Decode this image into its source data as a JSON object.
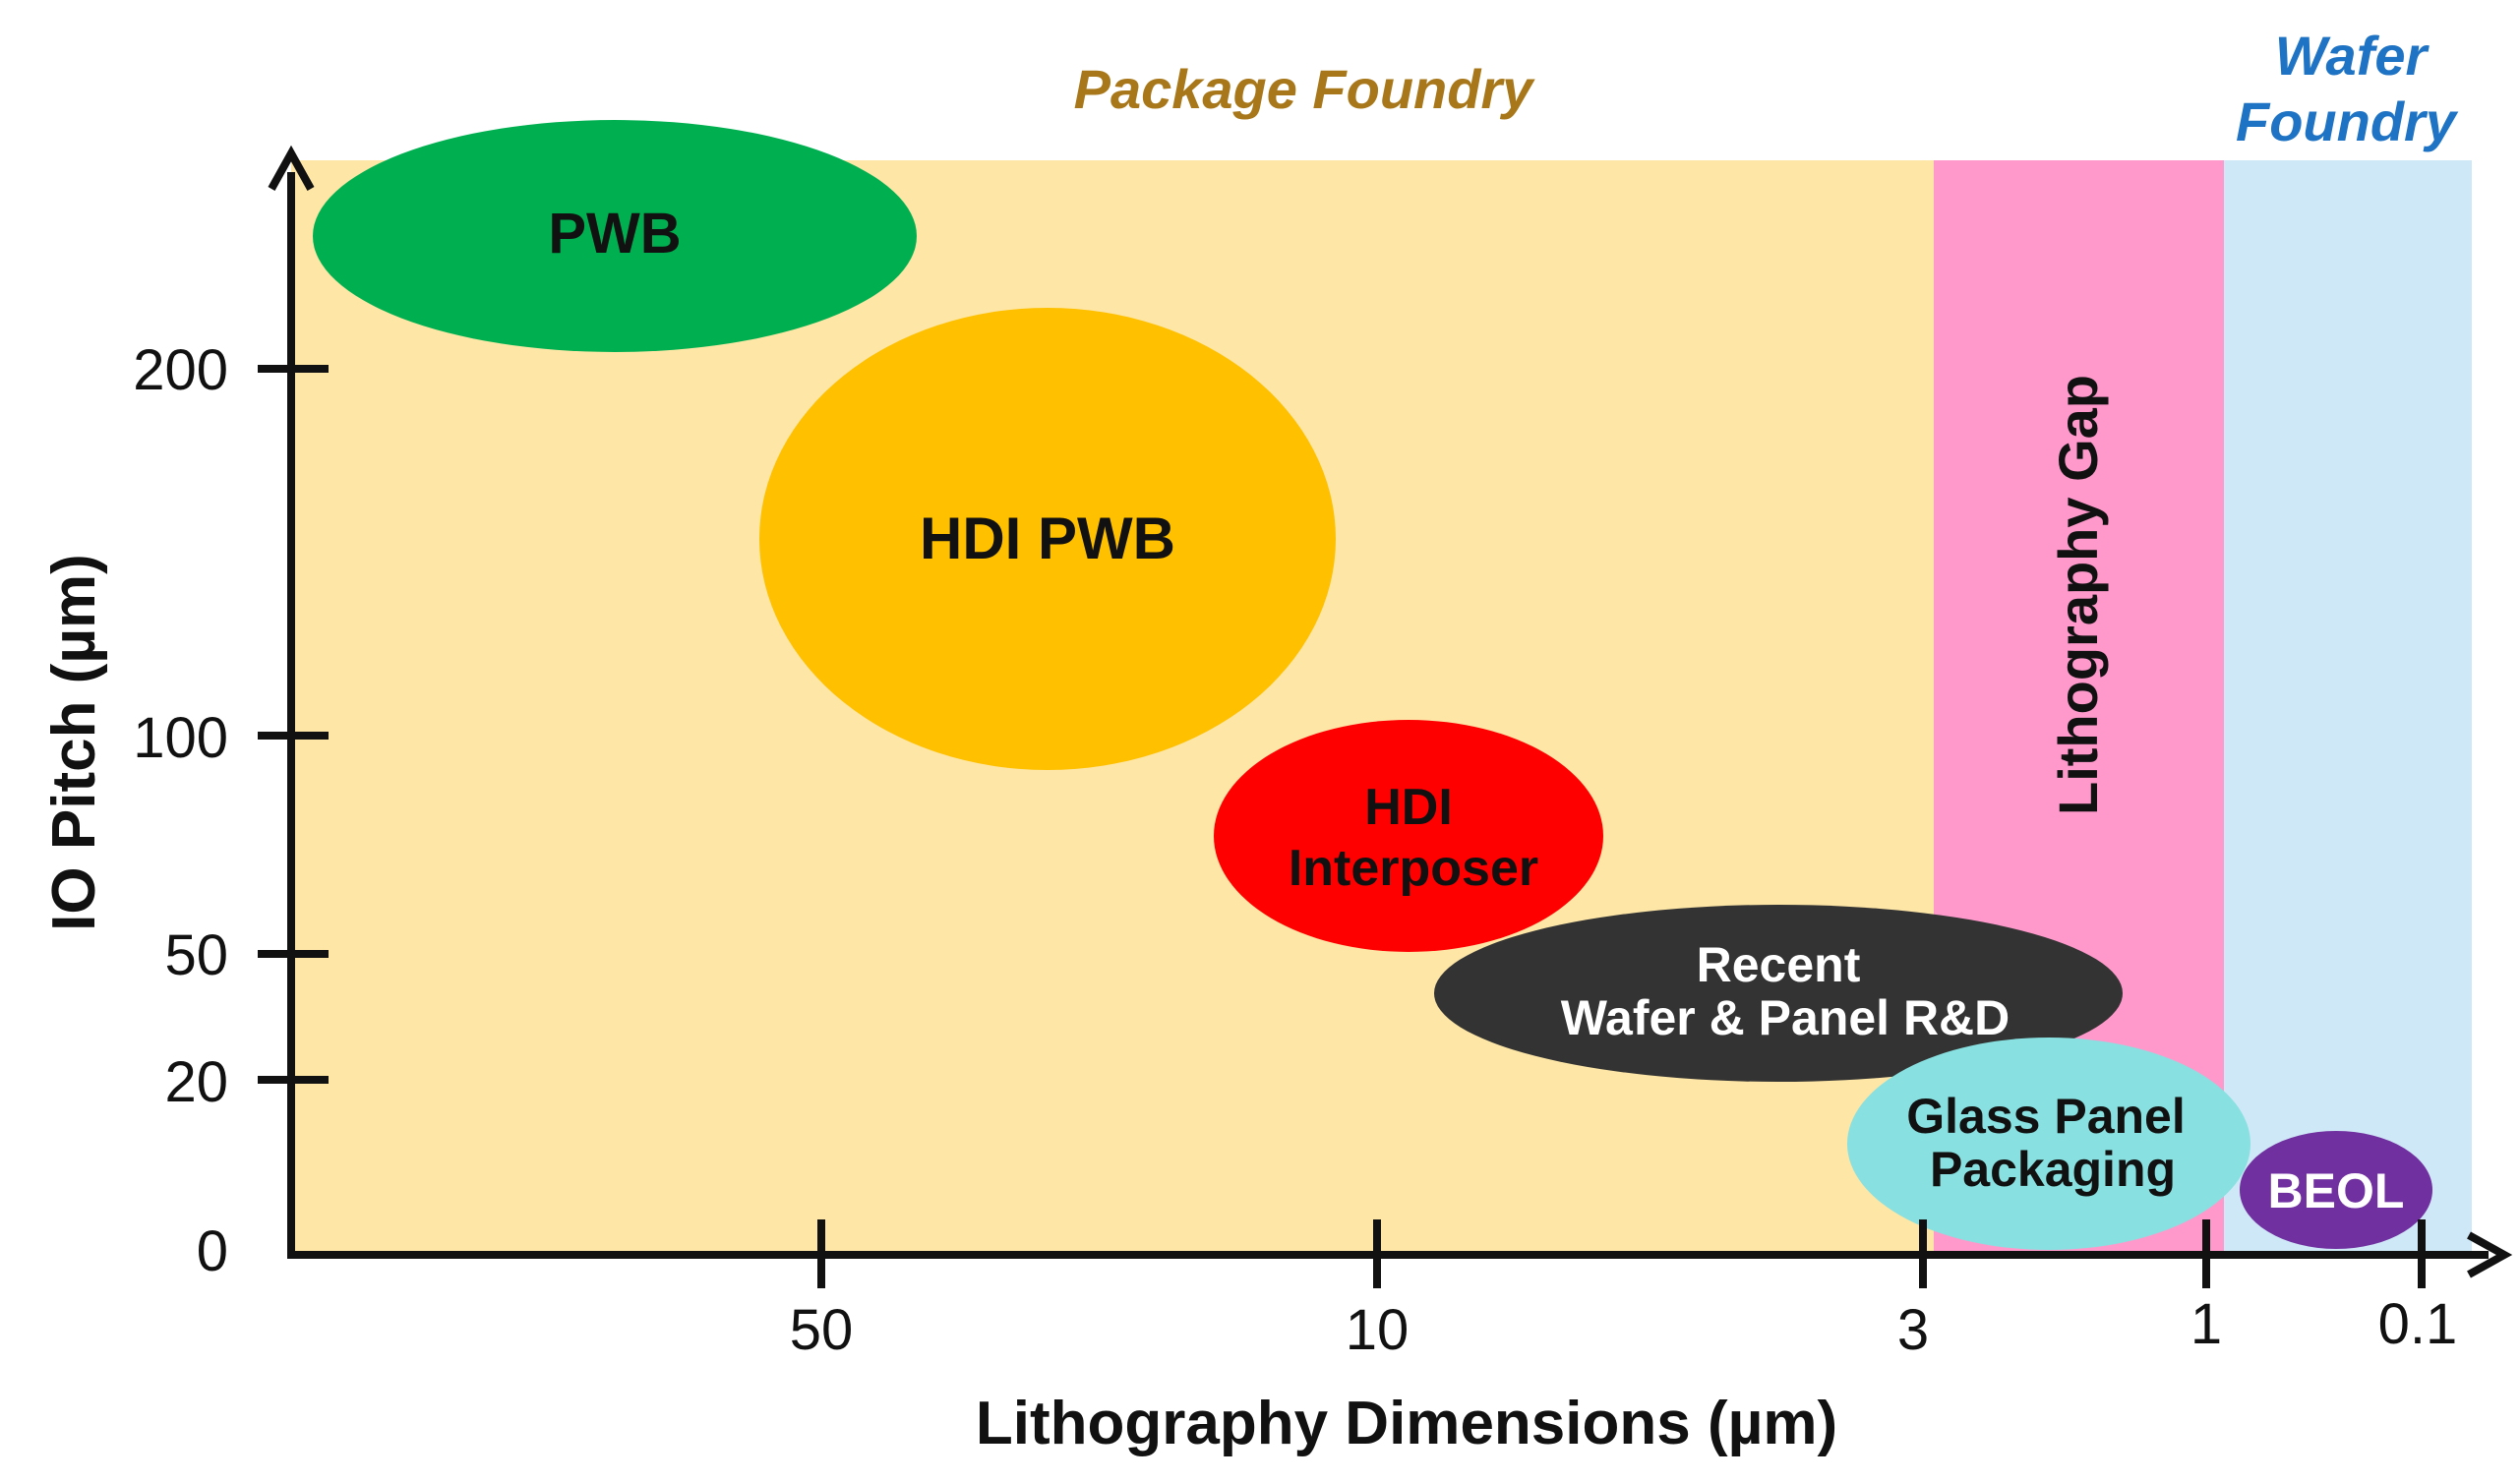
{
  "header": {
    "package_foundry": "Package Foundry",
    "wafer_foundry_line1": "Wafer",
    "wafer_foundry_line2": "Foundry"
  },
  "axes": {
    "y_label": "IO Pitch (µm)",
    "x_label": "Lithography Dimensions (µm)",
    "y_ticks": [
      "200",
      "100",
      "50",
      "20",
      "0"
    ],
    "x_ticks": [
      "50",
      "10",
      "3",
      "1",
      "0.1"
    ]
  },
  "regions": {
    "lithography_gap": "Lithography Gap"
  },
  "blobs": {
    "pwb": "PWB",
    "hdi_pwb": "HDI PWB",
    "hdi_interposer_line1": "HDI",
    "hdi_interposer_line2": "Interposer",
    "recent_line1": "Recent",
    "recent_line2": "Wafer & Panel R&D",
    "glass_line1": "Glass Panel",
    "glass_line2": "Packaging",
    "beol": "BEOL"
  },
  "colors": {
    "package_region": "#fde6a6",
    "gap_region": "#ff99cc",
    "wafer_region": "#cfe8f7",
    "package_title": "#a8771a",
    "wafer_title": "#1f73c4",
    "pwb": "#00b050",
    "hdi_pwb": "#ffc000",
    "hdi_interposer": "#ff0000",
    "recent": "#333333",
    "glass": "#88e0e0",
    "beol": "#7030a0",
    "axis": "#111111"
  }
}
